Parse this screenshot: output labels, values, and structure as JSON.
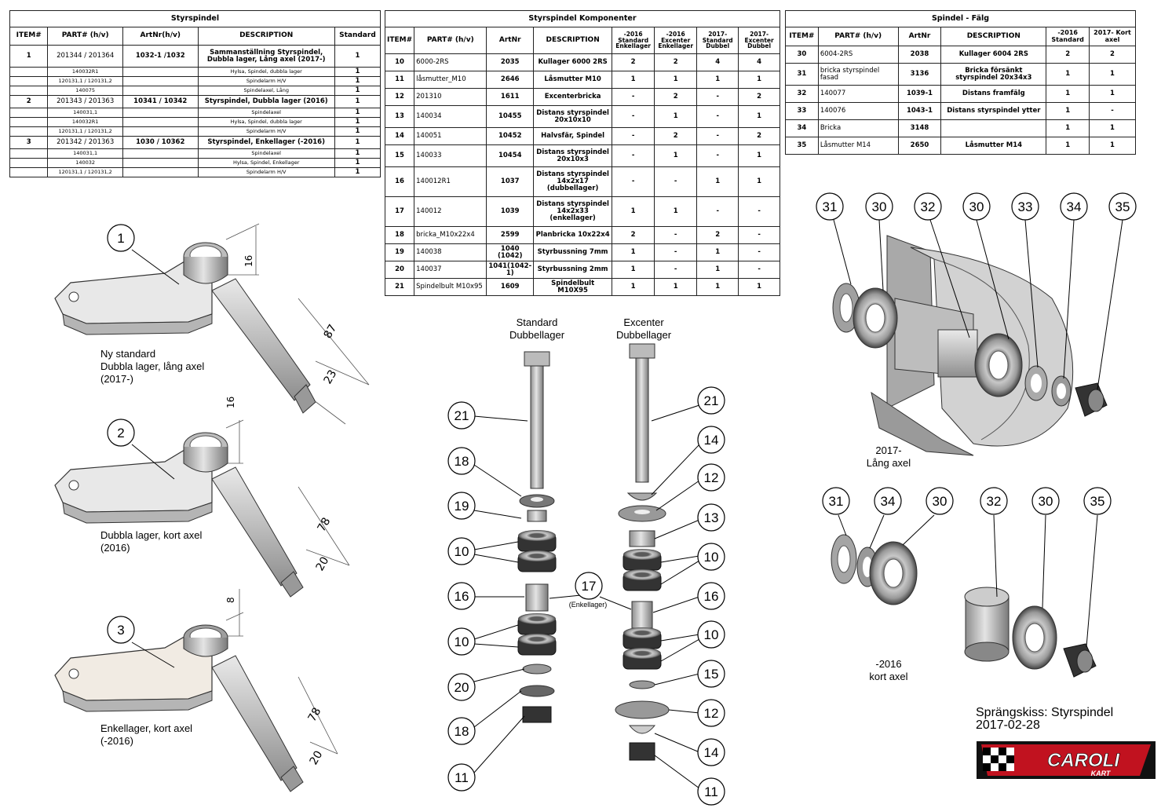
{
  "table1": {
    "title": "Styrspindel",
    "headers": [
      "ITEM#",
      "PART# (h/v)",
      "ArtNr(h/v)",
      "DESCRIPTION",
      "Standard"
    ],
    "rows": [
      {
        "item": "1",
        "part": "201344 / 201364",
        "art": "1032-1 /1032",
        "desc": "Sammanställning Styrspindel, Dubbla lager, Lång axel (2017-)",
        "qty": "1",
        "sub": false
      },
      {
        "item": "",
        "part": "140032R1",
        "art": "",
        "desc": "Hylsa, Spindel, dubbla lager",
        "qty": "1",
        "sub": true
      },
      {
        "item": "",
        "part": "120131,1 / 120131,2",
        "art": "",
        "desc": "Spindelarm H/V",
        "qty": "1",
        "sub": true
      },
      {
        "item": "",
        "part": "140075",
        "art": "",
        "desc": "Spindelaxel, Lång",
        "qty": "1",
        "sub": true
      },
      {
        "item": "2",
        "part": "201343 / 201363",
        "art": "10341 / 10342",
        "desc": "Styrspindel, Dubbla lager (2016)",
        "qty": "1",
        "sub": false
      },
      {
        "item": "",
        "part": "140031,1",
        "art": "",
        "desc": "Spindelaxel",
        "qty": "1",
        "sub": true
      },
      {
        "item": "",
        "part": "140032R1",
        "art": "",
        "desc": "Hylsa, Spindel, dubbla lager",
        "qty": "1",
        "sub": true
      },
      {
        "item": "",
        "part": "120131,1 / 120131,2",
        "art": "",
        "desc": "Spindelarm H/V",
        "qty": "1",
        "sub": true
      },
      {
        "item": "3",
        "part": "201342 / 201363",
        "art": "1030 / 10362",
        "desc": "Styrspindel, Enkellager (-2016)",
        "qty": "1",
        "sub": false
      },
      {
        "item": "",
        "part": "140031,1",
        "art": "",
        "desc": "Spindelaxel",
        "qty": "1",
        "sub": true
      },
      {
        "item": "",
        "part": "140032",
        "art": "",
        "desc": "Hylsa, Spindel, Enkellager",
        "qty": "1",
        "sub": true
      },
      {
        "item": "",
        "part": "120131,1 / 120131,2",
        "art": "",
        "desc": "Spindelarm H/V",
        "qty": "1",
        "sub": true
      }
    ]
  },
  "table2": {
    "title": "Styrspindel Komponenter",
    "headers": [
      "ITEM#",
      "PART# (h/v)",
      "ArtNr",
      "DESCRIPTION",
      "-2016 Standard Enkellager",
      "-2016 Excenter Enkellager",
      "2017- Standard Dubbel",
      "2017- Excenter Dubbel"
    ],
    "rows": [
      {
        "item": "10",
        "part": "6000-2RS",
        "art": "2035",
        "desc": "Kullager 6000 2RS",
        "q": [
          "2",
          "2",
          "4",
          "4"
        ]
      },
      {
        "item": "11",
        "part": "låsmutter_M10",
        "art": "2646",
        "desc": "Låsmutter M10",
        "q": [
          "1",
          "1",
          "1",
          "1"
        ]
      },
      {
        "item": "12",
        "part": "201310",
        "art": "1611",
        "desc": "Excenterbricka",
        "q": [
          "-",
          "2",
          "-",
          "2"
        ]
      },
      {
        "item": "13",
        "part": "140034",
        "art": "10455",
        "desc": "Distans styrspindel 20x10x10",
        "q": [
          "-",
          "1",
          "-",
          "1"
        ]
      },
      {
        "item": "14",
        "part": "140051",
        "art": "10452",
        "desc": "Halvsfär, Spindel",
        "q": [
          "-",
          "2",
          "-",
          "2"
        ]
      },
      {
        "item": "15",
        "part": "140033",
        "art": "10454",
        "desc": "Distans styrspindel 20x10x3",
        "q": [
          "-",
          "1",
          "-",
          "1"
        ]
      },
      {
        "item": "16",
        "part": "140012R1",
        "art": "1037",
        "desc": "Distans styrspindel 14x2x17 (dubbellager)",
        "q": [
          "-",
          "-",
          "1",
          "1"
        ]
      },
      {
        "item": "17",
        "part": "140012",
        "art": "1039",
        "desc": "Distans styrspindel 14x2x33 (enkellager)",
        "q": [
          "1",
          "1",
          "-",
          "-"
        ]
      },
      {
        "item": "18",
        "part": "bricka_M10x22x4",
        "art": "2599",
        "desc": "Planbricka 10x22x4",
        "q": [
          "2",
          "-",
          "2",
          "-"
        ]
      },
      {
        "item": "19",
        "part": "140038",
        "art": "1040 (1042)",
        "desc": "Styrbussning 7mm",
        "q": [
          "1",
          "-",
          "1",
          "-"
        ]
      },
      {
        "item": "20",
        "part": "140037",
        "art": "1041(1042-1)",
        "desc": "Styrbussning 2mm",
        "q": [
          "1",
          "-",
          "1",
          "-"
        ]
      },
      {
        "item": "21",
        "part": "Spindelbult M10x95",
        "art": "1609",
        "desc": "Spindelbult M10X95",
        "q": [
          "1",
          "1",
          "1",
          "1"
        ]
      }
    ]
  },
  "table3": {
    "title": "Spindel - Fälg",
    "headers": [
      "ITEM#",
      "PART# (h/v)",
      "ArtNr",
      "DESCRIPTION",
      "-2016 Standard",
      "2017- Kort axel"
    ],
    "rows": [
      {
        "item": "30",
        "part": "6004-2RS",
        "art": "2038",
        "desc": "Kullager 6004 2RS",
        "a": "2",
        "b": "2"
      },
      {
        "item": "31",
        "part": "bricka styrspindel fasad",
        "art": "3136",
        "desc": "Bricka försänkt styrspindel 20x34x3",
        "a": "1",
        "b": "1"
      },
      {
        "item": "32",
        "part": "140077",
        "art": "1039-1",
        "desc": "Distans framfälg",
        "a": "1",
        "b": "1"
      },
      {
        "item": "33",
        "part": "140076",
        "art": "1043-1",
        "desc": "Distans styrspindel ytter",
        "a": "1",
        "b": "-"
      },
      {
        "item": "34",
        "part": "Bricka",
        "art": "3148",
        "desc": "",
        "a": "1",
        "b": "1"
      },
      {
        "item": "35",
        "part": "Låsmutter M14",
        "art": "2650",
        "desc": "Låsmutter M14",
        "a": "1",
        "b": "1"
      }
    ]
  },
  "drawing": {
    "spindle1": {
      "bubble": "1",
      "caption": [
        "Ny standard",
        "Dubbla lager, lång axel",
        "(2017-)"
      ],
      "dims": [
        "16",
        "87",
        "23"
      ]
    },
    "spindle2": {
      "bubble": "2",
      "caption": [
        "Dubbla lager, kort axel",
        "(2016)"
      ],
      "dims": [
        "16",
        "78",
        "20"
      ]
    },
    "spindle3": {
      "bubble": "3",
      "caption": [
        "Enkellager, kort axel",
        "(-2016)"
      ],
      "dims": [
        "8",
        "78",
        "20"
      ]
    },
    "stack_standard": {
      "title": [
        "Standard",
        "Dubbellager"
      ],
      "bubbles": [
        "21",
        "18",
        "19",
        "10",
        "16",
        "10",
        "20",
        "18",
        "11"
      ]
    },
    "stack_excenter": {
      "title": [
        "Excenter",
        "Dubbellager"
      ],
      "bubbles": [
        "21",
        "14",
        "12",
        "13",
        "10",
        "16",
        "10",
        "15",
        "12",
        "14",
        "11"
      ]
    },
    "enkellager": {
      "bubble": "17",
      "label": "(Enkellager)"
    },
    "hub_top": {
      "bubbles": [
        "31",
        "30",
        "32",
        "30",
        "33",
        "34",
        "35"
      ],
      "caption": [
        "2017-",
        "Lång axel"
      ]
    },
    "hub_bottom": {
      "bubbles": [
        "31",
        "34",
        "30",
        "32",
        "30",
        "35"
      ],
      "caption": [
        "-2016",
        "kort axel"
      ]
    },
    "sheet_title": [
      "Sprängskiss: Styrspindel",
      "2017-02-28"
    ],
    "logo": {
      "line1": "CAROLI",
      "line2": "KART"
    }
  }
}
